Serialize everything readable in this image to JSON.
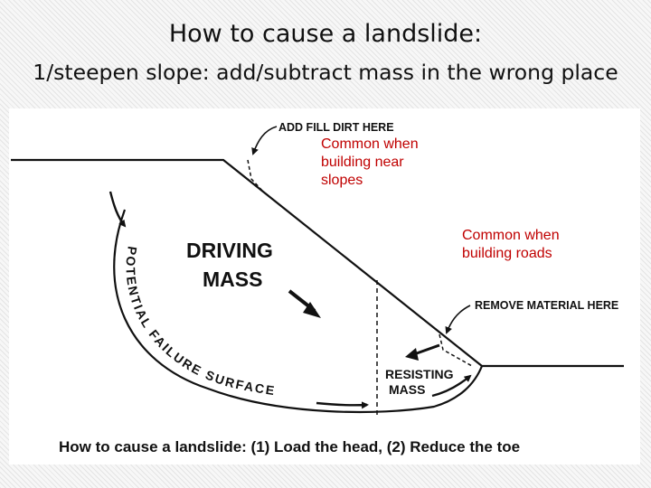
{
  "title": "How to cause a landslide:",
  "subtitle": "1/steepen slope: add/subtract mass in the wrong place",
  "diagram": {
    "add_fill_label": "ADD FILL DIRT HERE",
    "remove_material_label": "REMOVE MATERIAL HERE",
    "driving_mass_line1": "DRIVING",
    "driving_mass_line2": "MASS",
    "resisting_mass_line1": "RESISTING",
    "resisting_mass_line2": "MASS",
    "failure_surface_label": "POTENTIAL FAILURE SURFACE",
    "caption": "How to cause a landslide:  (1) Load the head,  (2) Reduce the toe"
  },
  "notes": {
    "fill_note": "Common when building near slopes",
    "road_note": "Common when building roads"
  },
  "colors": {
    "note_text": "#c00000",
    "line": "#111111"
  }
}
